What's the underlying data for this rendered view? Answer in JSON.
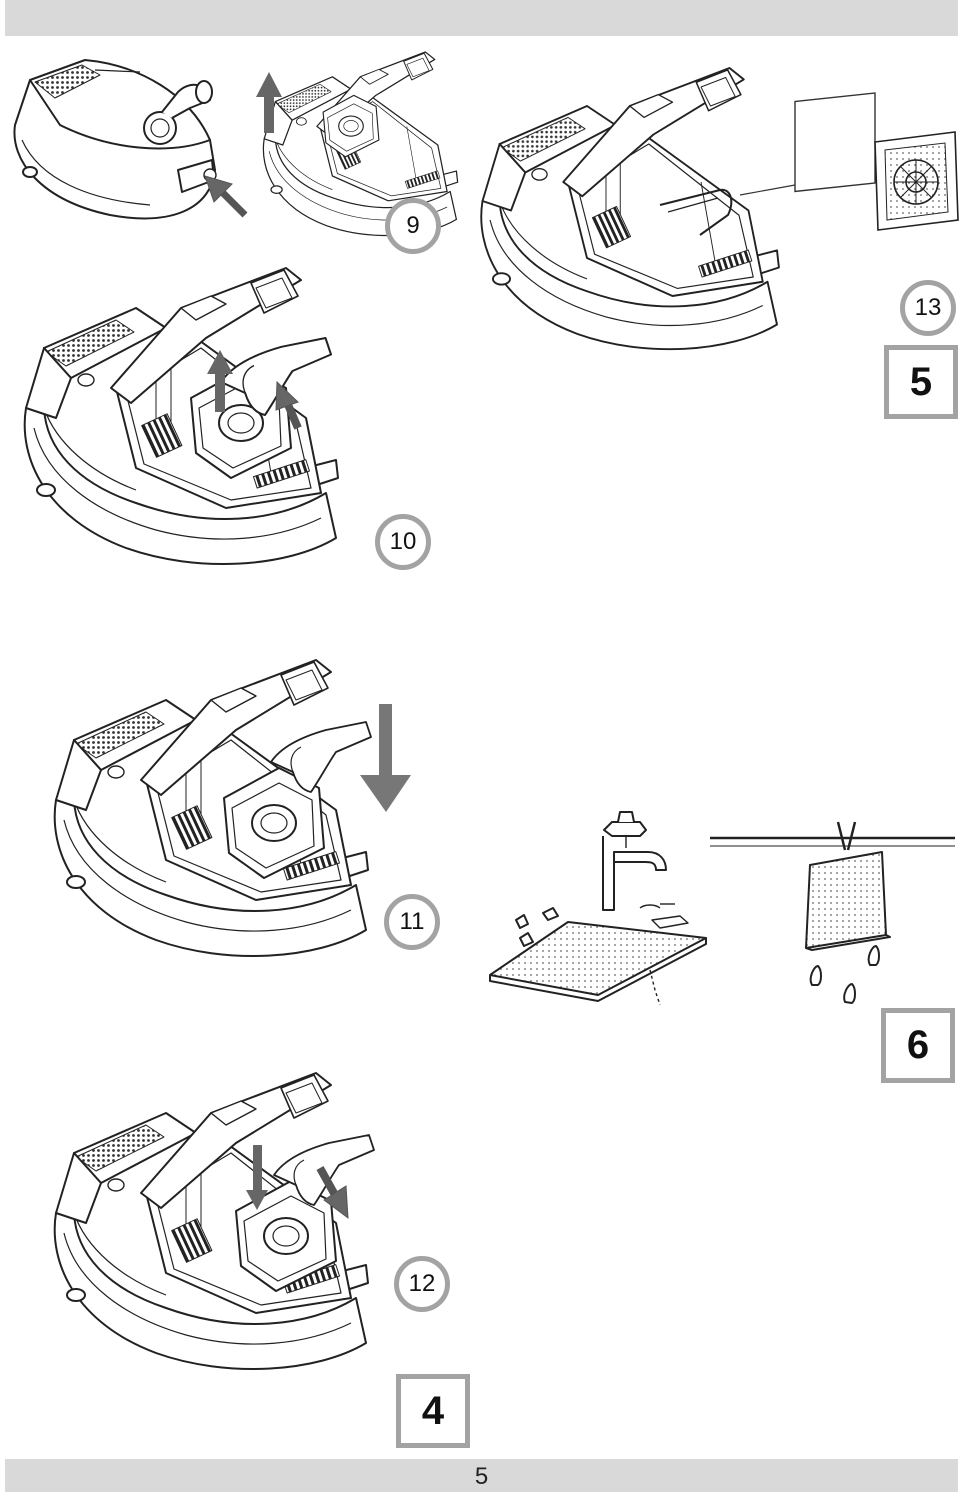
{
  "steps": {
    "s9": "9",
    "s10": "10",
    "s11": "11",
    "s12": "12",
    "s13": "13"
  },
  "sections": {
    "sec4": "4",
    "sec5": "5",
    "sec6": "6"
  },
  "footer": {
    "page_number": "5"
  }
}
